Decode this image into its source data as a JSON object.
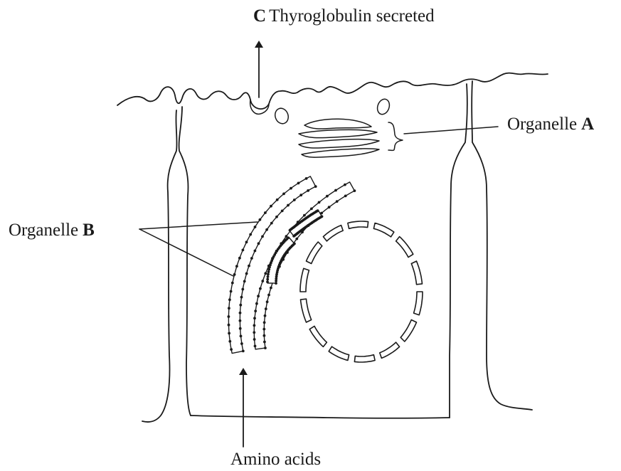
{
  "labels": {
    "c_letter": "C",
    "c_text": "Thyroglobulin secreted",
    "a_prefix": "Organelle",
    "a_letter": "A",
    "b_prefix": "Organelle",
    "b_letter": "B",
    "amino": "Amino acids"
  }
}
